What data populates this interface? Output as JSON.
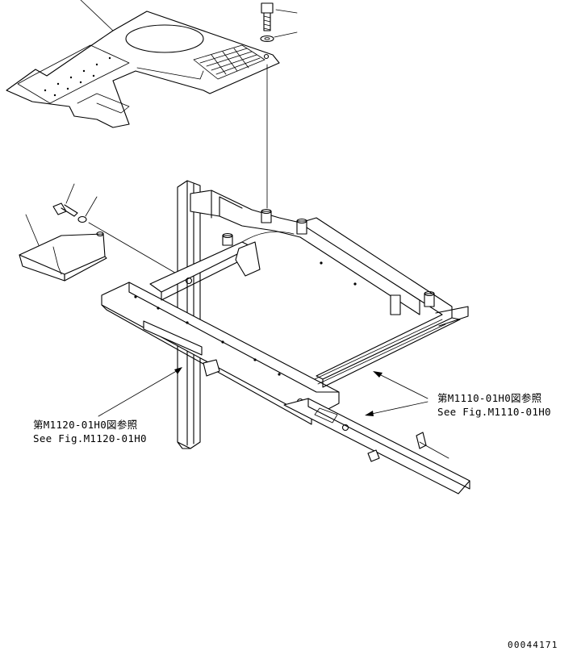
{
  "callouts": {
    "right_ja": "第M1110-01H0図参照",
    "right_en": "See Fig.M1110-01H0",
    "left_ja": "第M1120-01H0図参照",
    "left_en": "See Fig.M1120-01H0"
  },
  "drawing_number": "00044171"
}
